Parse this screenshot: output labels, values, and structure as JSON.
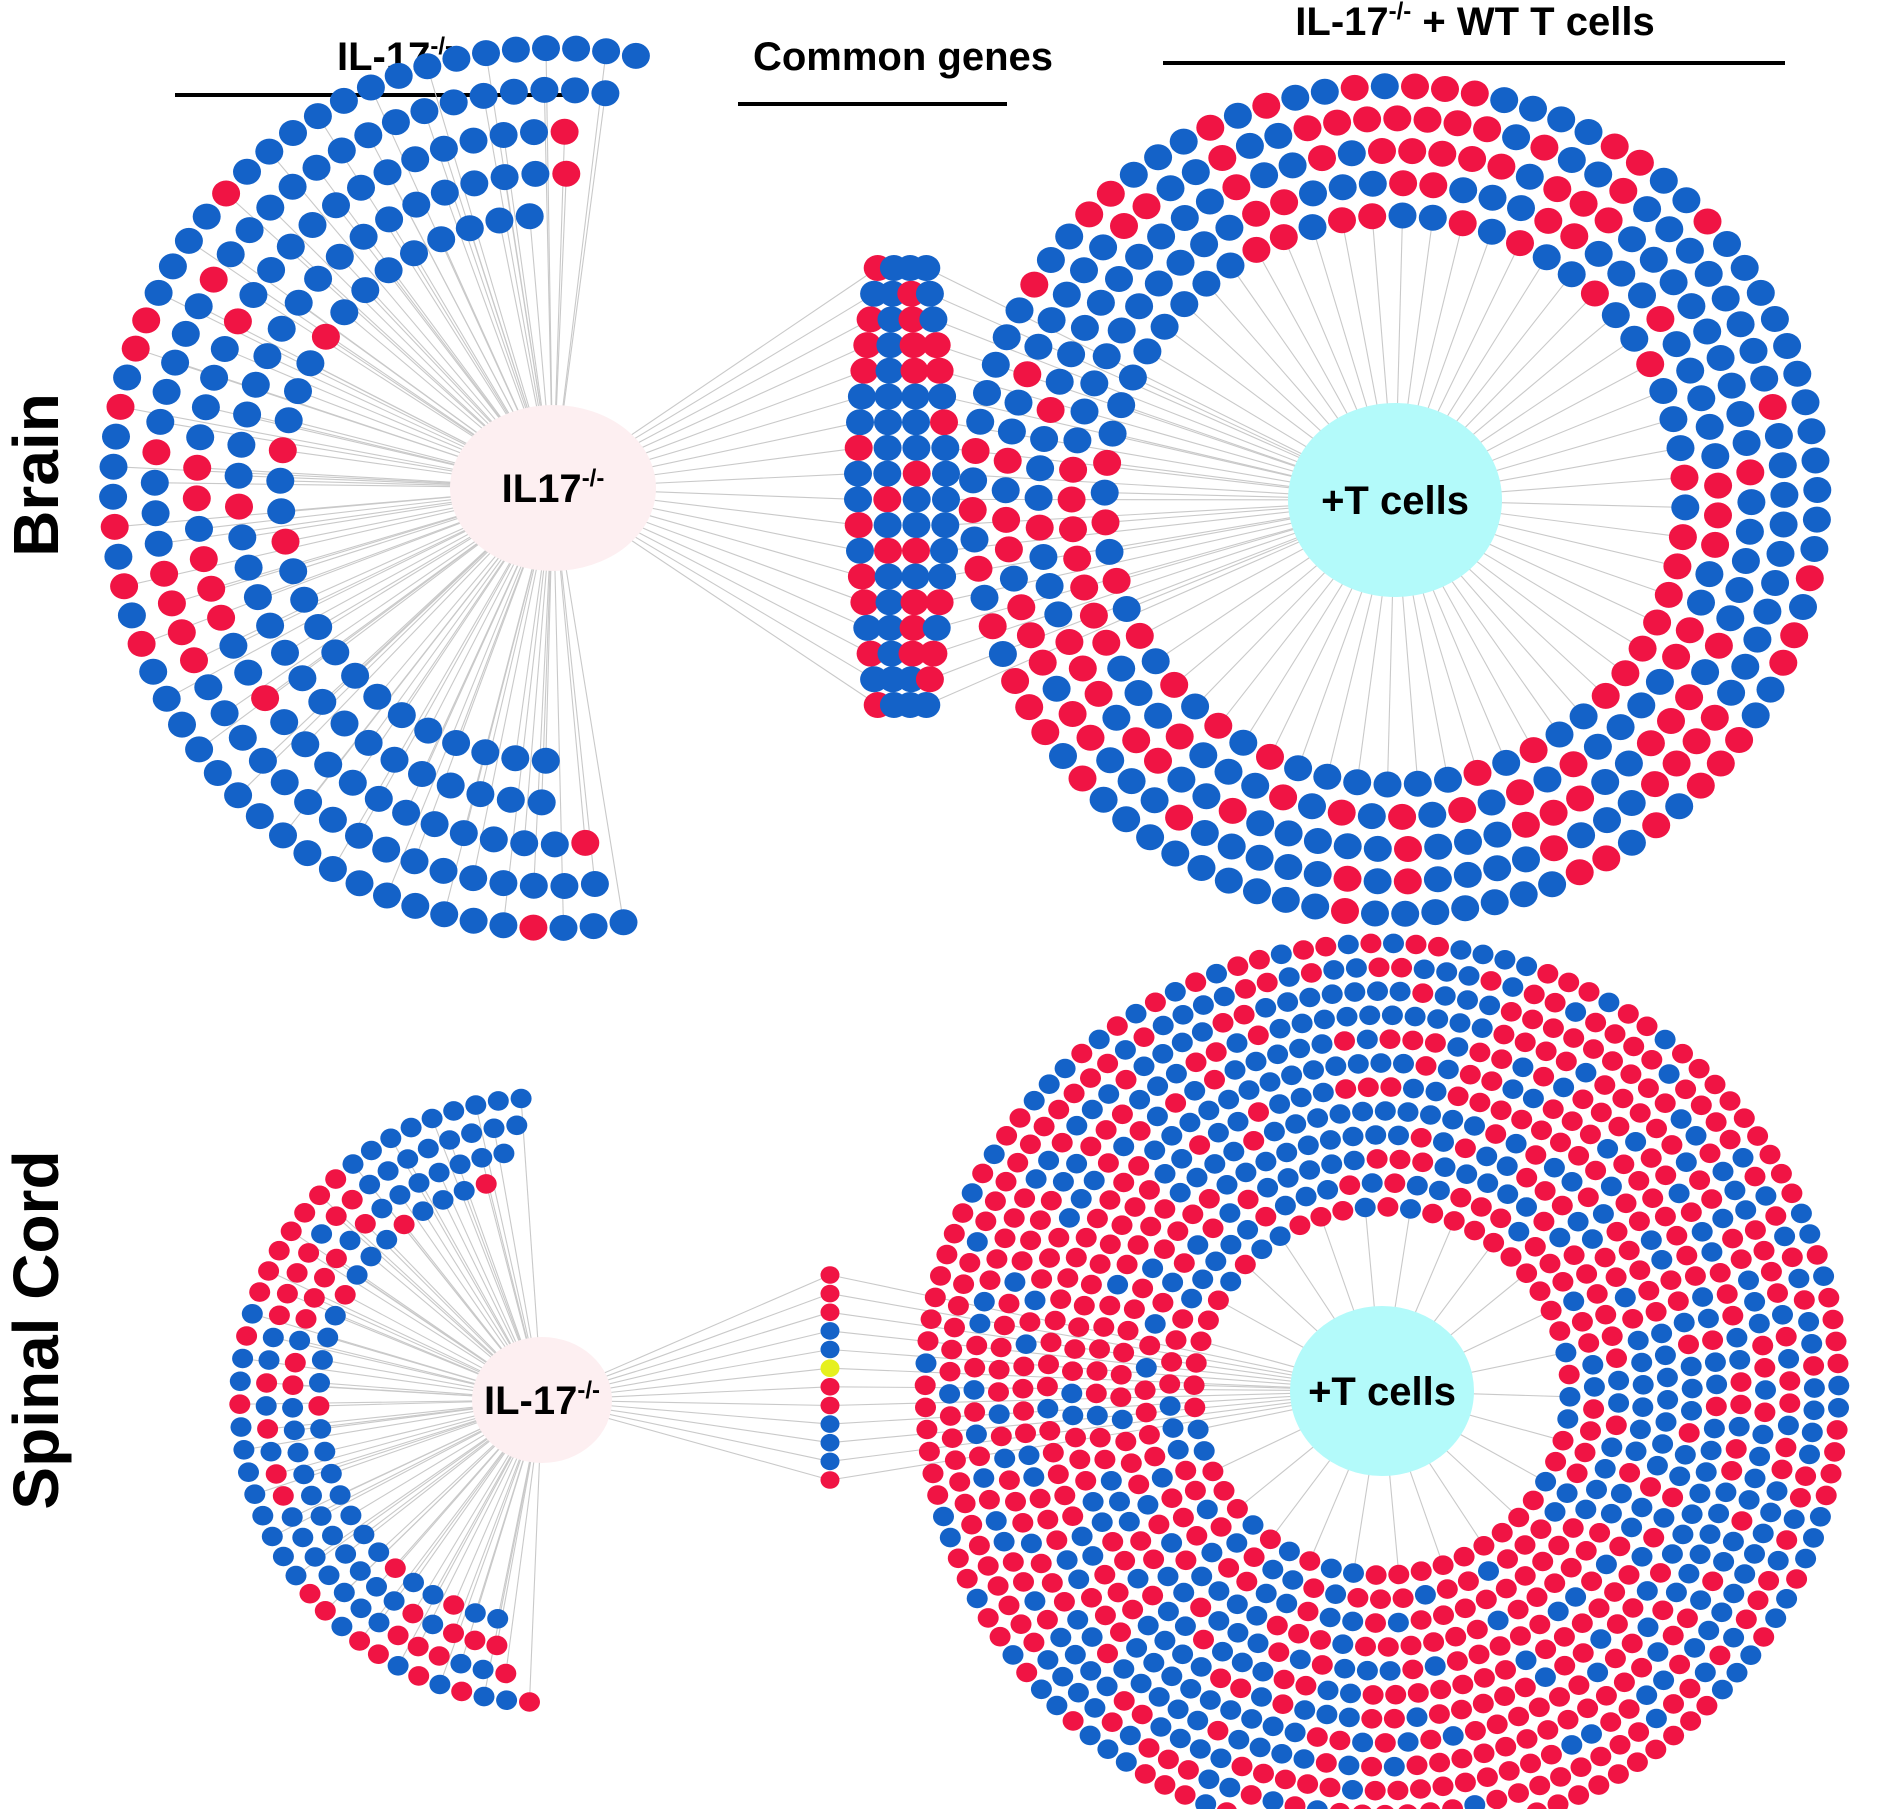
{
  "colors": {
    "up": "#f01444",
    "down": "#1462c8",
    "highlight": "#e6f01e",
    "hub_il17": "#fdeff1",
    "hub_tcells": "#b3fafa",
    "edge": "#c9c9c9"
  },
  "headers": {
    "il17": {
      "text": "IL-17",
      "sup": "-/-"
    },
    "common": {
      "text": "Common genes"
    },
    "il17_wt": {
      "text": "IL-17",
      "sup": "-/-",
      "suffix": " + WT T cells"
    }
  },
  "rows": [
    {
      "label": "Brain"
    },
    {
      "label": "Spinal Cord"
    }
  ],
  "panels": {
    "brain_il17": {
      "hub_text": "IL17",
      "hub_sup": "-/-",
      "layout": "arc",
      "rings": 5,
      "inner_radius": 0.62,
      "ring_gap": 0.095,
      "arc_start_deg": 300,
      "arc_end_deg": 60,
      "up_fraction": 0.18,
      "seed": 11
    },
    "brain_common": {
      "layout": "column",
      "columns": 4,
      "rows": 18,
      "up_fraction": 0.28,
      "seed": 23
    },
    "brain_tcells": {
      "hub_text": "+T cells",
      "layout": "ring",
      "rings": 5,
      "inner_radius": 0.66,
      "ring_gap": 0.075,
      "up_fraction": 0.38,
      "seed": 37
    },
    "spinal_il17": {
      "hub_text": "IL-17",
      "hub_sup": "-/-",
      "layout": "arc",
      "rings": 4,
      "inner_radius": 0.72,
      "ring_gap": 0.085,
      "arc_start_deg": 310,
      "arc_end_deg": 50,
      "up_fraction": 0.35,
      "seed": 41
    },
    "spinal_common": {
      "layout": "column",
      "columns": 1,
      "rows": 12,
      "up_fraction": 0.3,
      "seed": 53,
      "highlight_index": 5
    },
    "spinal_tcells": {
      "hub_text": "+T cells",
      "layout": "ring",
      "rings": 12,
      "inner_radius": 0.4,
      "ring_gap": 0.052,
      "up_fraction": 0.55,
      "seed": 67
    }
  }
}
